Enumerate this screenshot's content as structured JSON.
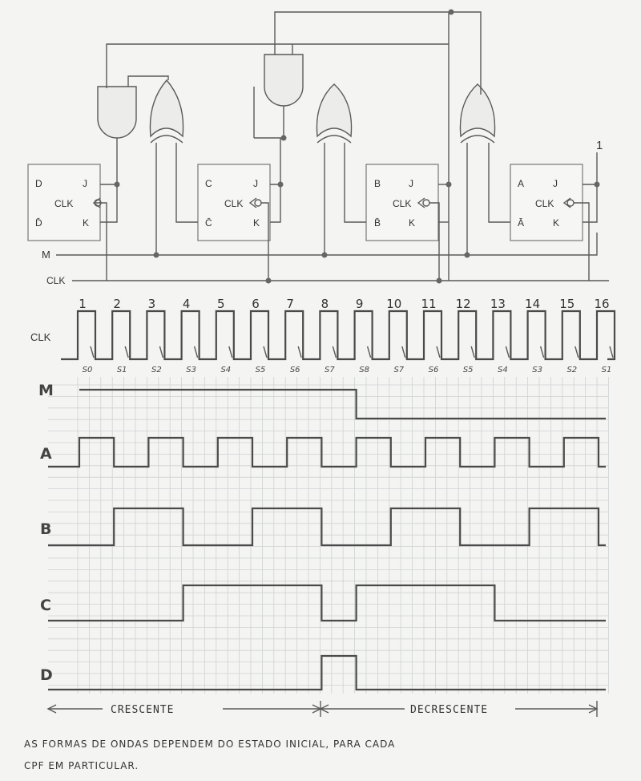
{
  "circuit": {
    "flip_flops": [
      {
        "name": "D",
        "q": "D",
        "qbar": "D̄",
        "j": "J",
        "clk": "CLK",
        "k": "K"
      },
      {
        "name": "C",
        "q": "C",
        "qbar": "C̄",
        "j": "J",
        "clk": "CLK",
        "k": "K"
      },
      {
        "name": "B",
        "q": "B",
        "qbar": "B̄",
        "j": "J",
        "clk": "CLK",
        "k": "K"
      },
      {
        "name": "A",
        "q": "A",
        "qbar": "Ā",
        "j": "J",
        "clk": "CLK",
        "k": "K"
      }
    ],
    "input_high_label": "1",
    "mode_line_label": "M",
    "clock_line_label": "CLK"
  },
  "timing": {
    "clock_label": "CLK",
    "pulse_numbers": [
      "1",
      "2",
      "3",
      "4",
      "5",
      "6",
      "7",
      "8",
      "9",
      "10",
      "11",
      "12",
      "13",
      "14",
      "15",
      "16"
    ],
    "state_labels": [
      "S0",
      "S1",
      "S2",
      "S3",
      "S4",
      "S5",
      "S6",
      "S7",
      "S8",
      "S7",
      "S6",
      "S5",
      "S4",
      "S3",
      "S2",
      "S1"
    ],
    "signal_names": [
      "M",
      "A",
      "B",
      "C",
      "D"
    ],
    "waveforms": {
      "M": [
        1,
        1,
        1,
        1,
        1,
        1,
        1,
        1,
        1,
        0,
        0,
        0,
        0,
        0,
        0,
        0,
        0
      ],
      "A": [
        0,
        1,
        0,
        1,
        0,
        1,
        0,
        1,
        0,
        1,
        0,
        1,
        0,
        1,
        0,
        1,
        0
      ],
      "B": [
        0,
        0,
        1,
        1,
        0,
        0,
        1,
        1,
        0,
        0,
        1,
        1,
        0,
        0,
        1,
        1,
        0
      ],
      "C": [
        0,
        0,
        0,
        0,
        1,
        1,
        1,
        1,
        0,
        1,
        1,
        1,
        1,
        0,
        0,
        0,
        0
      ],
      "D": [
        0,
        0,
        0,
        0,
        0,
        0,
        0,
        0,
        1,
        0,
        0,
        0,
        0,
        0,
        0,
        0,
        0
      ]
    },
    "range_up": "CRESCENTE",
    "range_down": "DECRESCENTE"
  },
  "note": {
    "line1": "AS FORMAS DE ONDAS DEPENDEM DO ESTADO INICIAL, PARA CADA",
    "line2": "CPF EM PARTICULAR."
  }
}
